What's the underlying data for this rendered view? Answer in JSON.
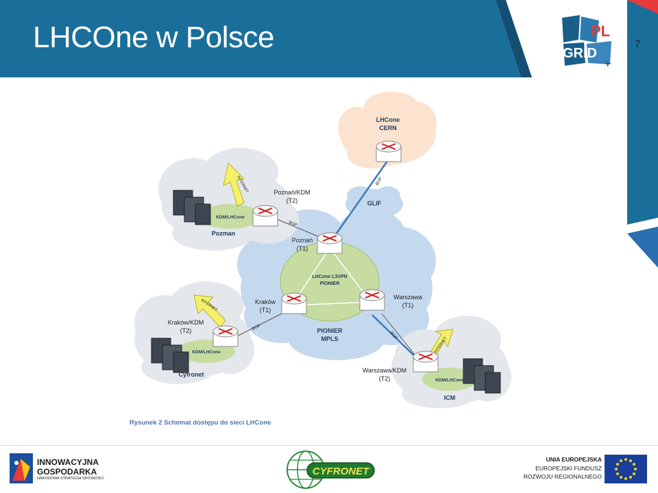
{
  "slide": {
    "title": "LHCOne w Polsce",
    "page_number": "7"
  },
  "logo": {
    "text_top": "PL",
    "text_bottom": "GRID",
    "plus": "+"
  },
  "diagram": {
    "caption": "Rysunek 2 Schemat dostępu do sieci LHCone",
    "clouds": {
      "cern": [
        "LHCone",
        "CERN"
      ],
      "glif": "GLIF",
      "pionier_core": [
        "LHCone L3VPN",
        "PIONIER"
      ],
      "pionier_mpls": [
        "PIONIER",
        "MPLS"
      ]
    },
    "sites": {
      "poznan_site": "Pozman",
      "krakow_site": "Cyfronet",
      "warszawa_site": "ICM"
    },
    "router_labels": {
      "poznan_kdm": [
        "Poznań/KDM",
        "(T2)"
      ],
      "poznan_t1": [
        "Poznań",
        "(T1)"
      ],
      "krakow_t1": [
        "Kraków",
        "(T1)"
      ],
      "warszawa_t1": [
        "Warszawa",
        "(T1)"
      ],
      "krakow_kdm": [
        "Kraków/KDM",
        "(T2)"
      ],
      "warszawa_kdm": [
        "Warszawa/KDM",
        "(T2)"
      ]
    },
    "ellipse_labels": {
      "poznan": "KDM/LHCone",
      "krakow": "KDM/LHCone",
      "warszawa": "KDM/LHCone"
    },
    "link_labels": {
      "bgp": "BGP",
      "internet": "INTERNET"
    }
  },
  "footer": {
    "innowacyjna_line1": "INNOWACYJNA",
    "innowacyjna_line2": "GOSPODARKA",
    "innowacyjna_line3": "NARODOWA STRATEGIA SPÓJNOŚCI",
    "cyfronet": "CYFRONET",
    "eu_line1": "UNIA EUROPEJSKA",
    "eu_line2": "EUROPEJSKI FUNDUSZ",
    "eu_line3": "ROZWOJU REGIONALNEGO"
  },
  "colors": {
    "header_blue": "#1a6f9a",
    "header_dark": "#134f72",
    "cloud_blue": "#c5d9ee",
    "cloud_grey": "#e4e7ec",
    "cloud_peach": "#fbe3cf",
    "ellipse_green": "#c6dca1",
    "router_red": "#d02020"
  }
}
